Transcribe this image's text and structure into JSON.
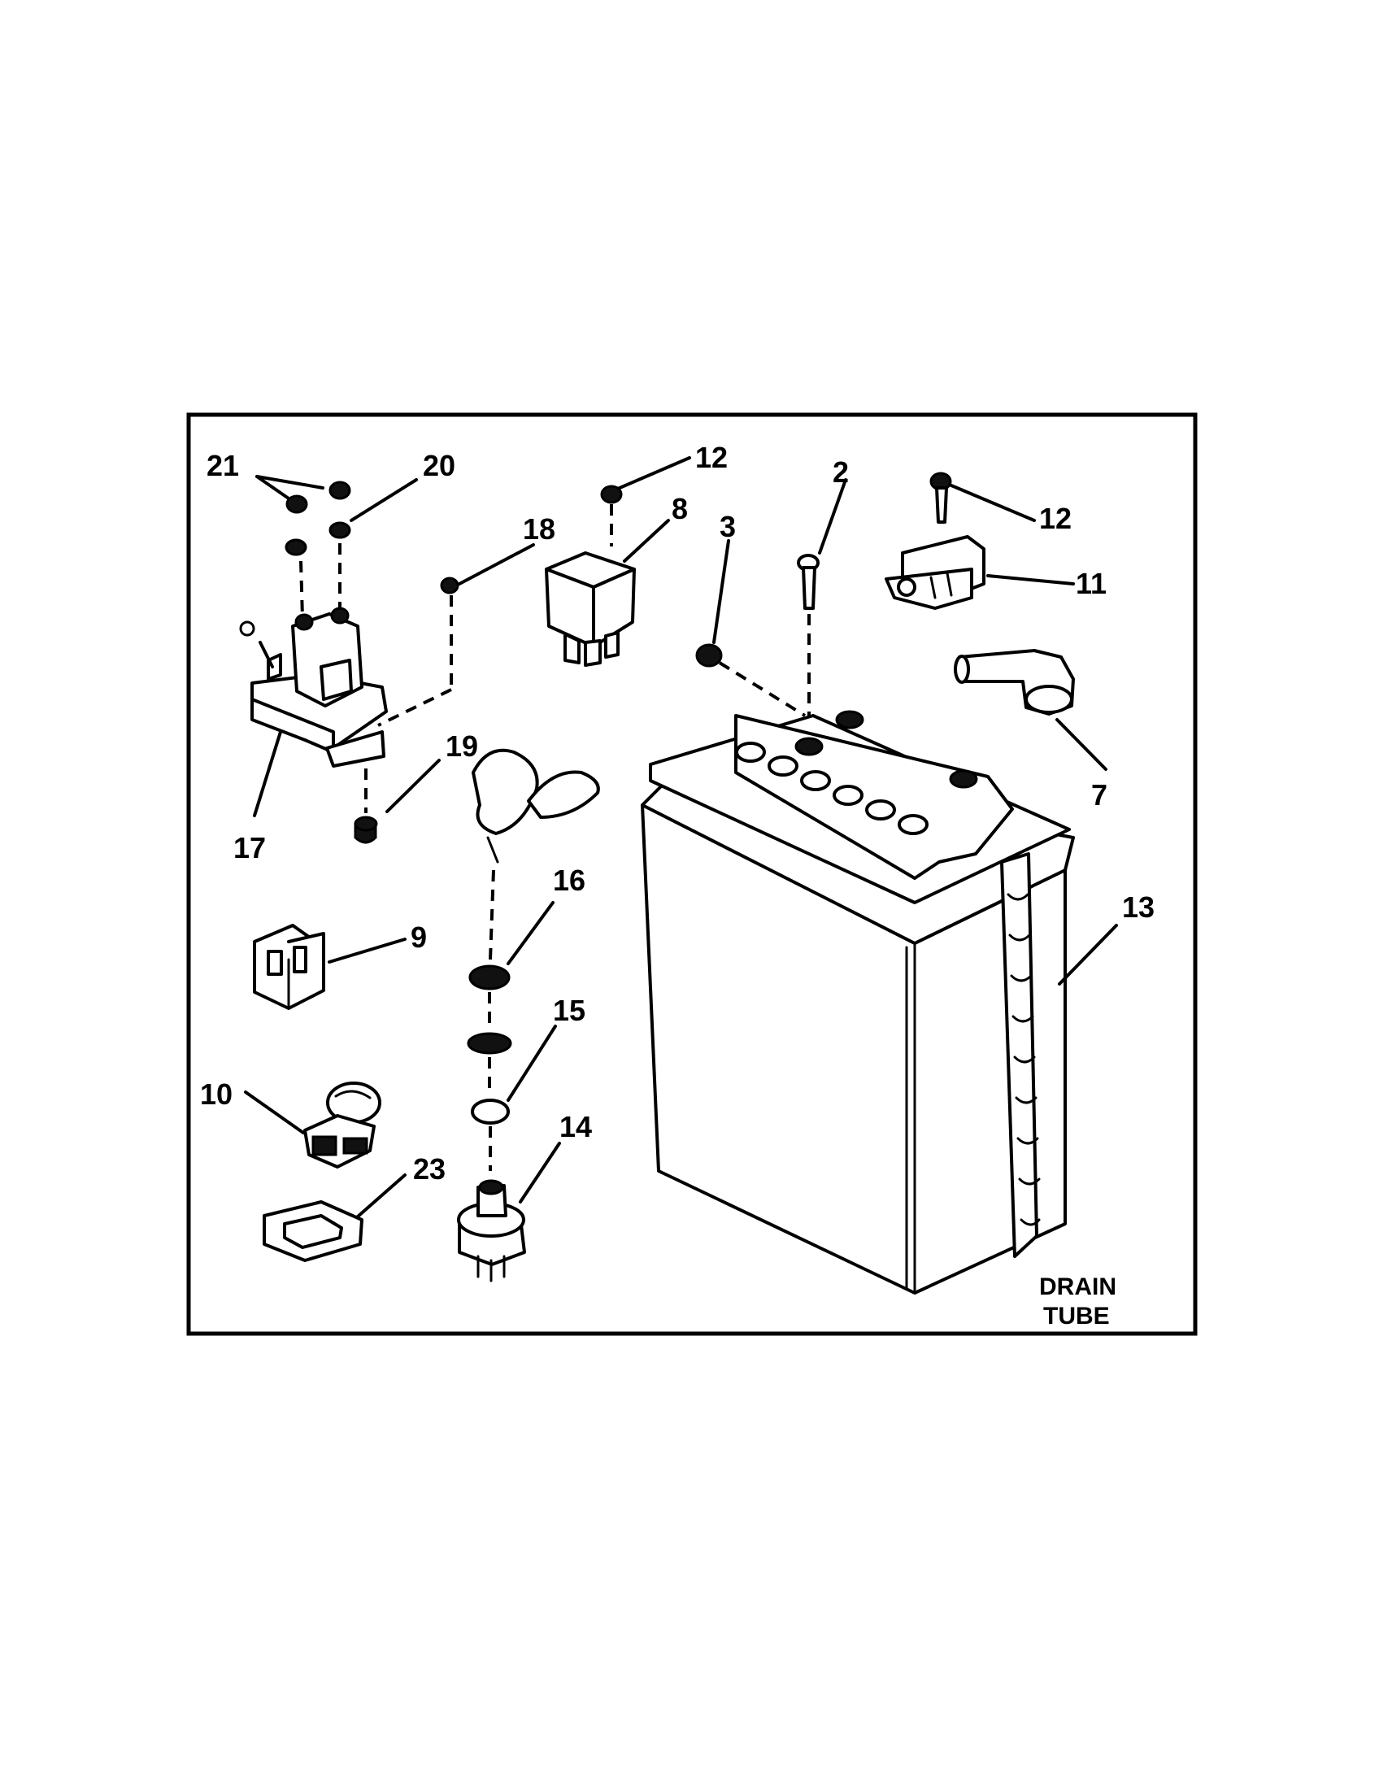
{
  "callouts": {
    "c21": "21",
    "c20": "20",
    "c12a": "12",
    "c2": "2",
    "c8": "8",
    "c3": "3",
    "c12b": "12",
    "c18": "18",
    "c11": "11",
    "c7": "7",
    "c19": "19",
    "c17": "17",
    "c16": "16",
    "c13": "13",
    "c9": "9",
    "c15": "15",
    "c10": "10",
    "c14": "14",
    "c23": "23"
  },
  "note": {
    "line1": "DRAIN",
    "line2": "TUBE"
  }
}
